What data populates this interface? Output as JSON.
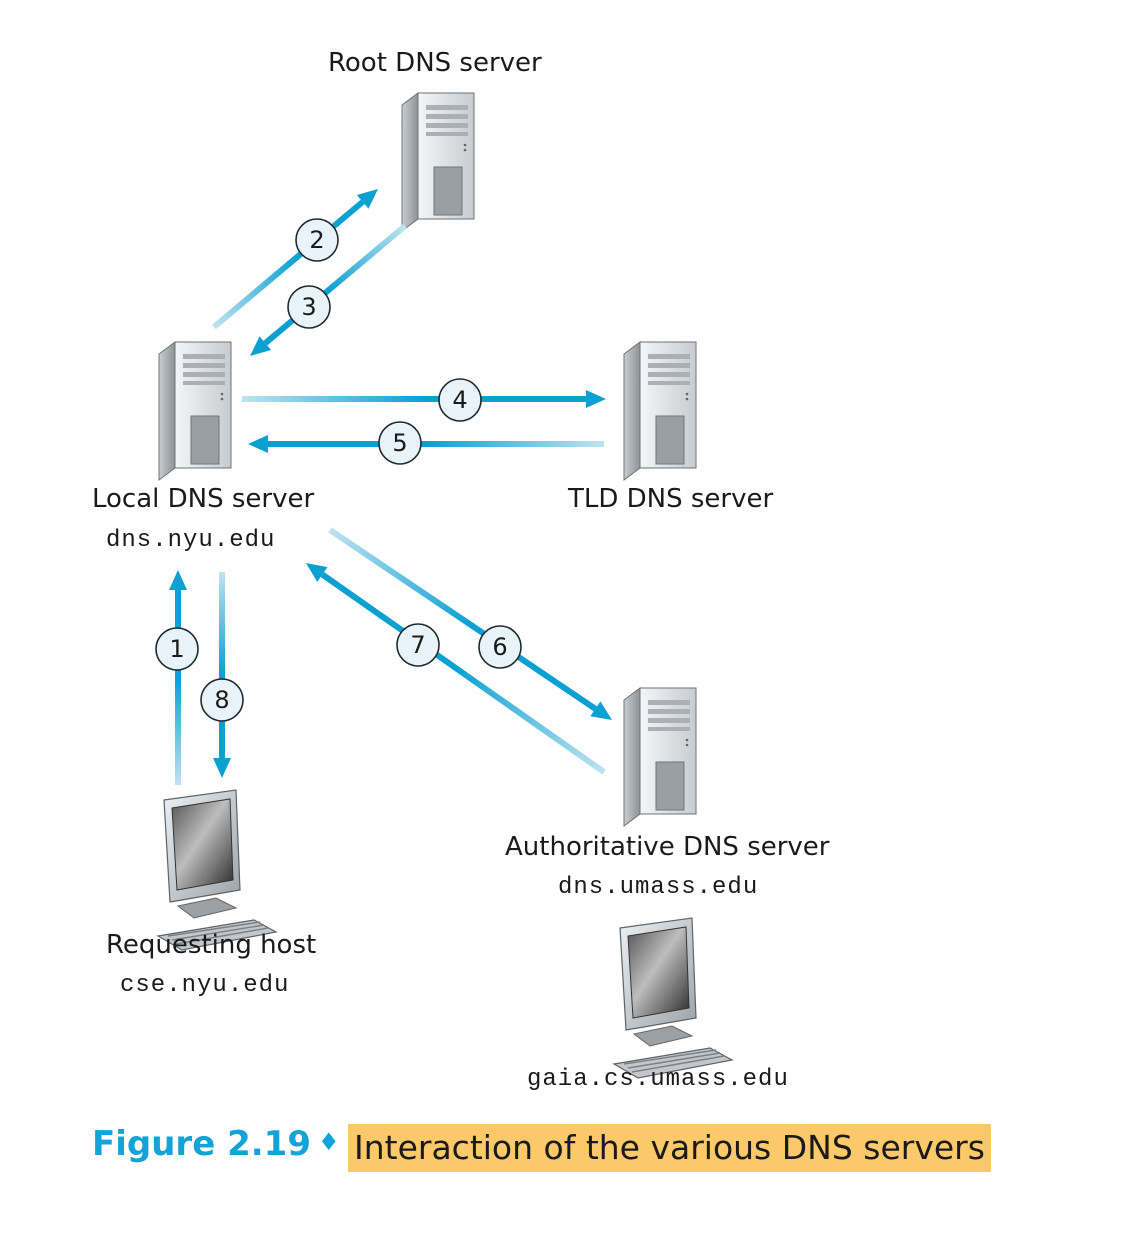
{
  "nodes": {
    "root": {
      "label": "Root DNS server"
    },
    "local": {
      "label": "Local DNS server",
      "hostname": "dns.nyu.edu"
    },
    "tld": {
      "label": "TLD DNS server"
    },
    "authoritative": {
      "label": "Authoritative DNS server",
      "hostname": "dns.umass.edu"
    },
    "requesting": {
      "label": "Requesting host",
      "hostname": "cse.nyu.edu"
    },
    "gaia": {
      "hostname": "gaia.cs.umass.edu"
    }
  },
  "steps": [
    "1",
    "2",
    "3",
    "4",
    "5",
    "6",
    "7",
    "8"
  ],
  "caption": {
    "number": "Figure 2.19",
    "separator": "♦",
    "text": "Interaction of the various DNS servers"
  },
  "colors": {
    "arrow": "#0aa0d2",
    "arrow_faded": "#bfe3f0",
    "caption_highlight": "#fbc96a",
    "caption_number": "#12a3d8",
    "step_circle": "#e8f4fa"
  },
  "icons": [
    "server-icon",
    "desktop-computer-icon"
  ]
}
